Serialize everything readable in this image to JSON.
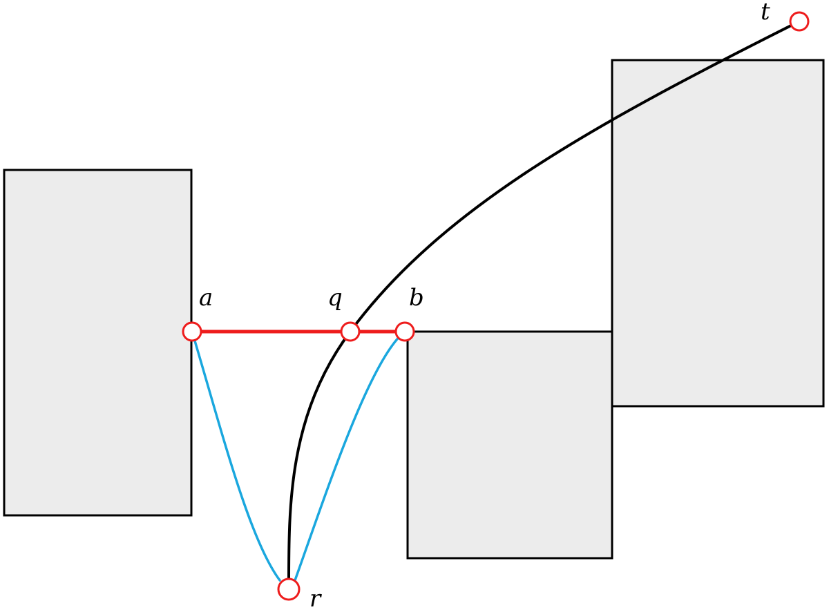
{
  "labels": {
    "a": "a",
    "q": "q",
    "b": "b",
    "t": "t",
    "r": "r"
  },
  "colors": {
    "obstacle_fill": "#ececec",
    "outline": "#000000",
    "segment": "#ee1c1c",
    "blue_path": "#1aa7de",
    "node_fill": "#ffffff"
  }
}
